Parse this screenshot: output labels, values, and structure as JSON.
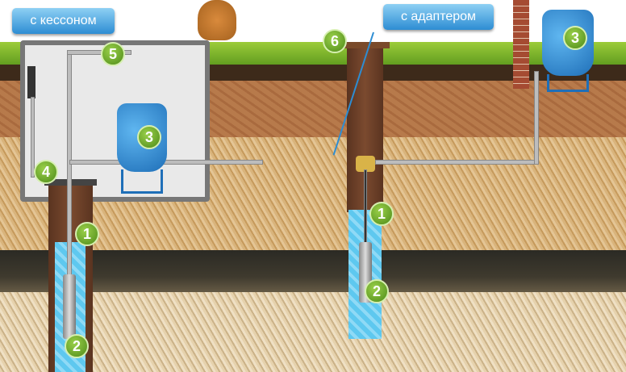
{
  "callouts": {
    "caisson": "с кессоном",
    "adapter": "с адаптером"
  },
  "markers": {
    "caisson_well": [
      "1",
      "2",
      "3",
      "4",
      "5"
    ],
    "adapter_well": [
      "1",
      "2",
      "3",
      "6"
    ]
  },
  "colors": {
    "badge": "#5e9a1e",
    "water": "#5ec8ef",
    "tank": "#2d7fc6",
    "callout": "#2d8dd3"
  }
}
